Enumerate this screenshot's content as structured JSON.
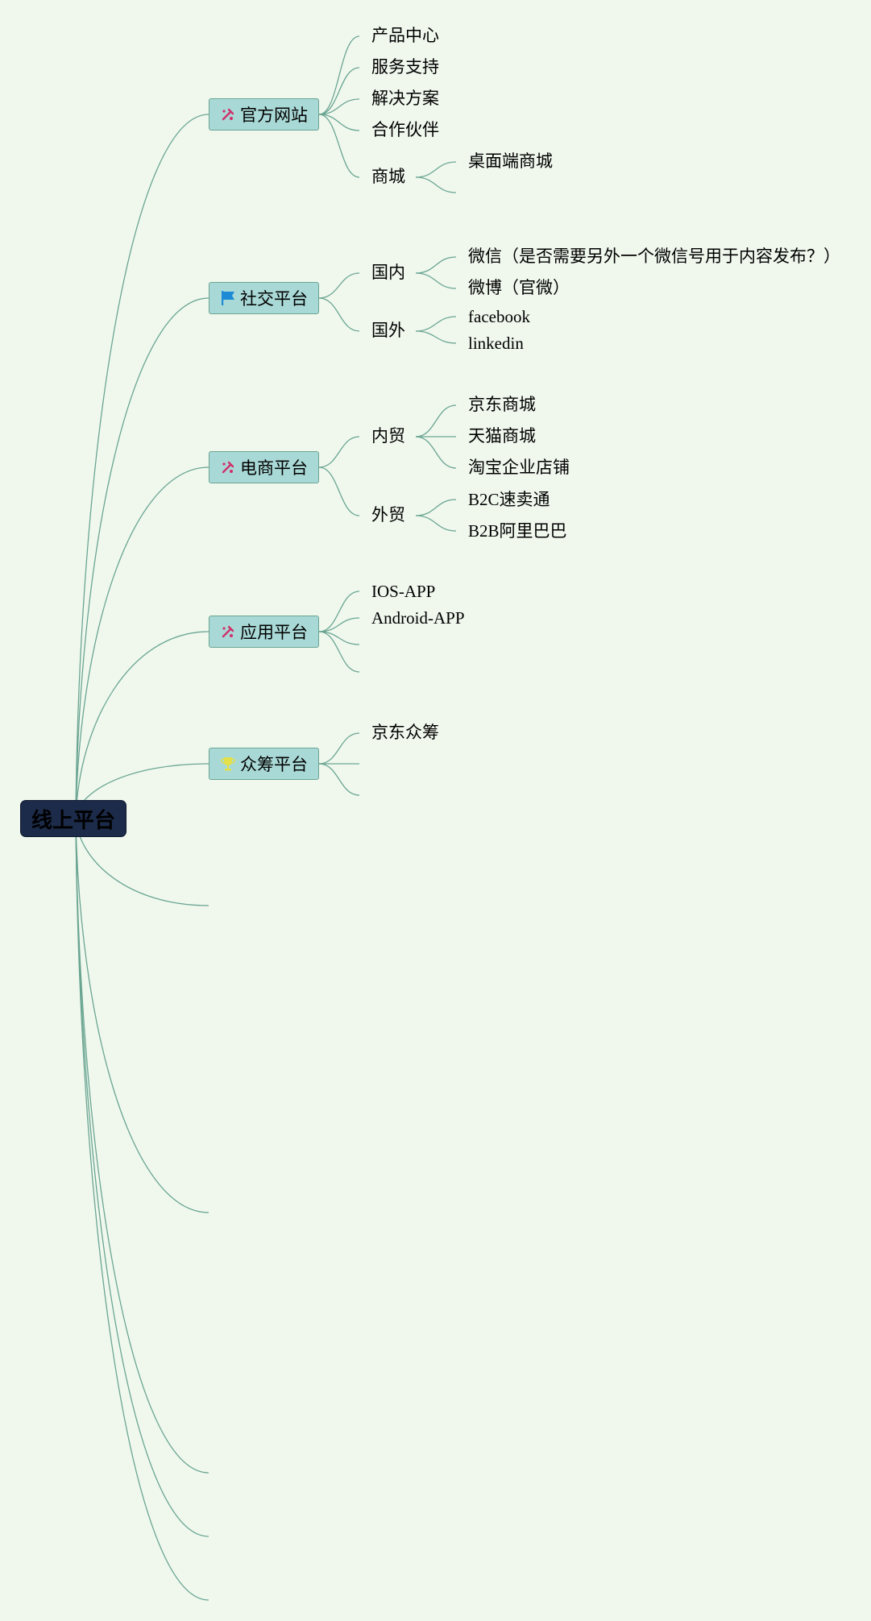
{
  "root": {
    "label": "线上平台"
  },
  "branches": [
    {
      "label": "官方网站",
      "icon": "tools-icon",
      "children": [
        {
          "label": "产品中心"
        },
        {
          "label": "服务支持"
        },
        {
          "label": "解决方案"
        },
        {
          "label": "合作伙伴"
        },
        {
          "label": "商城",
          "children": [
            {
              "label": "桌面端商城"
            }
          ]
        }
      ]
    },
    {
      "label": "社交平台",
      "icon": "flag-icon",
      "children": [
        {
          "label": "国内",
          "children": [
            {
              "label": "微信（是否需要另外一个微信号用于内容发布？）"
            },
            {
              "label": "微博（官微）"
            }
          ]
        },
        {
          "label": "国外",
          "children": [
            {
              "label": "facebook"
            },
            {
              "label": "linkedin"
            }
          ]
        }
      ]
    },
    {
      "label": "电商平台",
      "icon": "tools-icon",
      "children": [
        {
          "label": "内贸",
          "children": [
            {
              "label": "京东商城"
            },
            {
              "label": "天猫商城"
            },
            {
              "label": "淘宝企业店铺"
            }
          ]
        },
        {
          "label": "外贸",
          "children": [
            {
              "label": "B2C速卖通"
            },
            {
              "label": "B2B阿里巴巴"
            }
          ]
        }
      ]
    },
    {
      "label": "应用平台",
      "icon": "tools-icon",
      "children": [
        {
          "label": "IOS-APP"
        },
        {
          "label": "Android-APP"
        }
      ]
    },
    {
      "label": "众筹平台",
      "icon": "trophy-icon",
      "children": [
        {
          "label": "京东众筹"
        }
      ]
    }
  ],
  "colors": {
    "background": "#f0f8ee",
    "root_fill": "#1c2b4a",
    "branch_fill": "#a9d9d6",
    "connector": "#6aa592"
  }
}
